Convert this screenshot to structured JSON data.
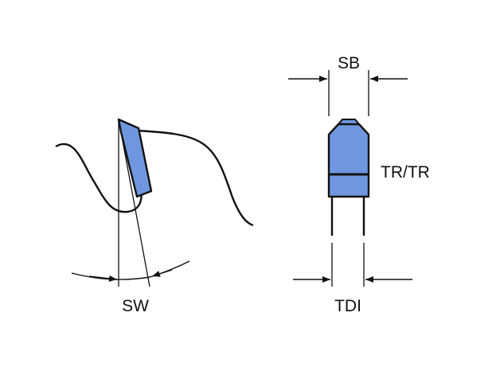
{
  "labels": {
    "sw": "SW",
    "sb": "SB",
    "tr": "TR/TR",
    "tdi": "TDI"
  },
  "colors": {
    "tooth_fill": "#6f97df",
    "line": "#111111",
    "background": "#ffffff"
  }
}
